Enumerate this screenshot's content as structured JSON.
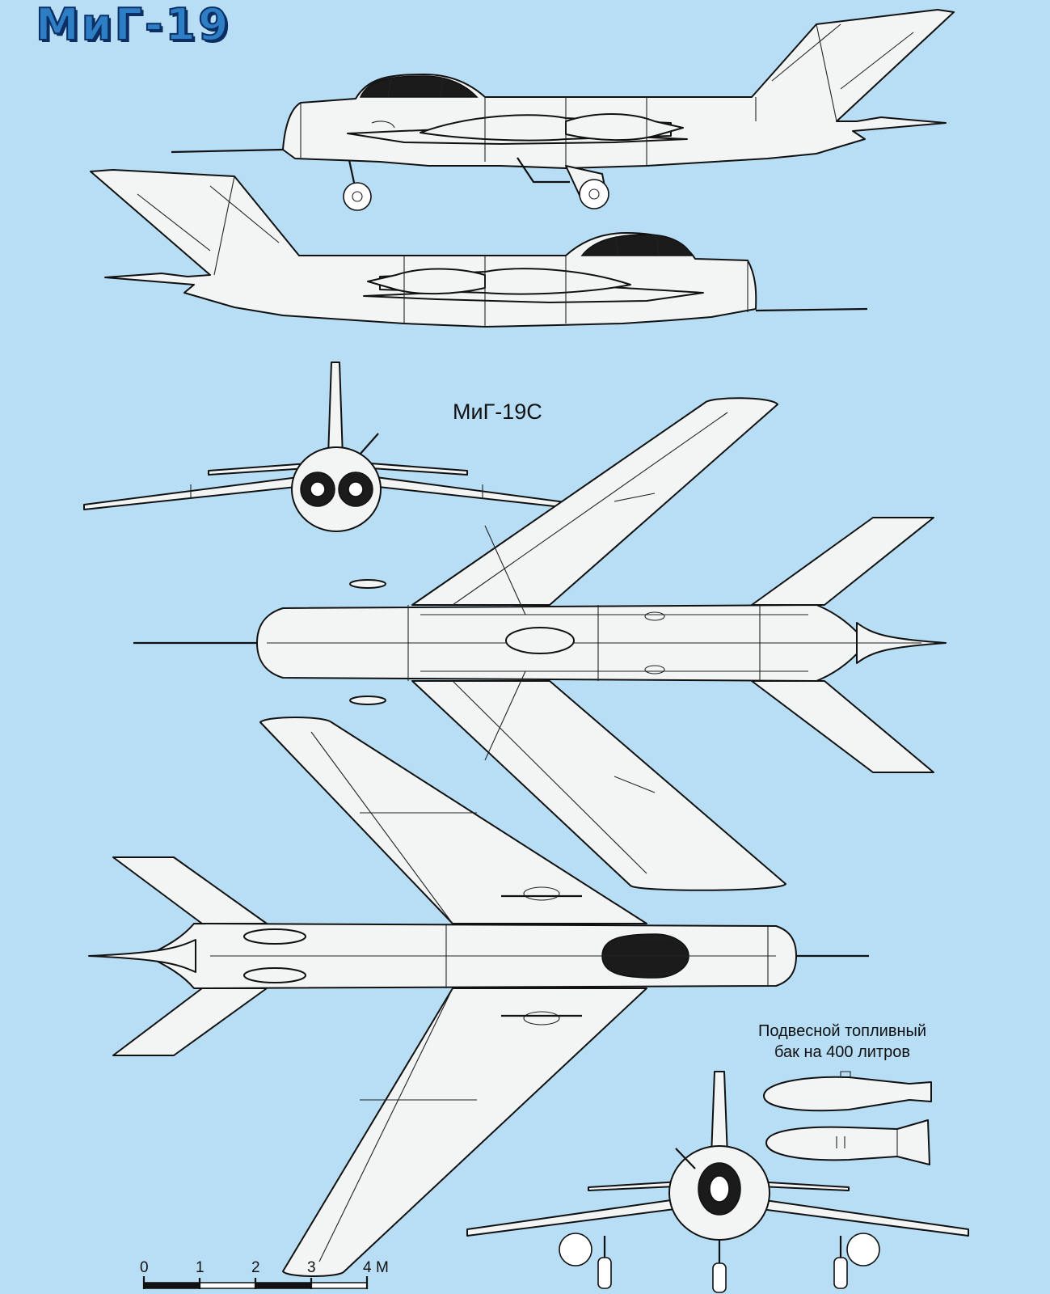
{
  "title": "МиГ-19",
  "variant_label": "МиГ-19С",
  "tank_label": {
    "line1": "Подвесной топливный",
    "line2": "бак на 400 литров"
  },
  "scale": {
    "ticks": [
      "0",
      "1",
      "2",
      "3",
      "4"
    ],
    "unit": "М"
  },
  "colors": {
    "background": "#b7def5",
    "title_fill": "#2d7ec5",
    "title_outline": "#0c2f63",
    "line": "#111111",
    "airframe": "#f3f5f5",
    "canopy": "#1b1b1b"
  }
}
